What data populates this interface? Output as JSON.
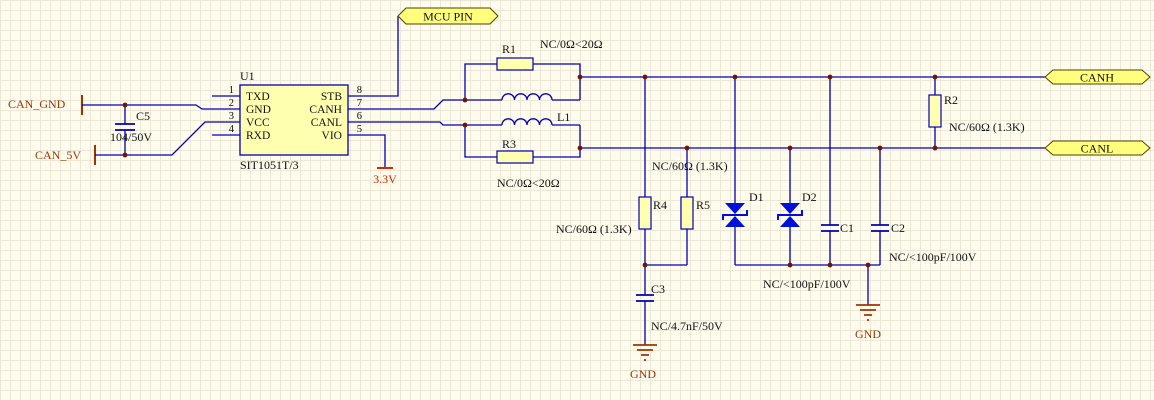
{
  "colors": {
    "background": "#FFFCEE",
    "grid": "#ECE7D7",
    "wire": "#0000B4",
    "chip_fill": "#FFFFB0",
    "flag_fill": "#FFFF7D",
    "flag_border": "#4D4000",
    "diode": "#0010DC",
    "junction": "#701505",
    "power_net": "#9E3500",
    "v33": "#CE2900",
    "text": "#111111"
  },
  "chip": {
    "ref": "U1",
    "part": "SIT1051T/3",
    "pins": {
      "left": [
        {
          "num": "1",
          "name": "TXD"
        },
        {
          "num": "2",
          "name": "GND"
        },
        {
          "num": "3",
          "name": "VCC"
        },
        {
          "num": "4",
          "name": "RXD"
        }
      ],
      "right": [
        {
          "num": "8",
          "name": "STB"
        },
        {
          "num": "7",
          "name": "CANH"
        },
        {
          "num": "6",
          "name": "CANL"
        },
        {
          "num": "5",
          "name": "VIO"
        }
      ]
    }
  },
  "ports": {
    "mcu": "MCU PIN",
    "canh": "CANH",
    "canl": "CANL"
  },
  "nets": {
    "can_gnd": "CAN_GND",
    "can_5v": "CAN_5V",
    "v33": "3.3V",
    "gnd": "GND"
  },
  "components": {
    "c5": {
      "ref": "C5",
      "note": "104/50V"
    },
    "r1": {
      "ref": "R1",
      "note": "NC/0Ω<20Ω"
    },
    "r3": {
      "ref": "R3",
      "note": "NC/0Ω<20Ω"
    },
    "l1": {
      "ref": "L1"
    },
    "r2": {
      "ref": "R2",
      "note": "NC/60Ω (1.3K)"
    },
    "r4": {
      "ref": "R4",
      "note": "NC/60Ω (1.3K)"
    },
    "r5": {
      "ref": "R5",
      "note": "NC/60Ω (1.3K)"
    },
    "d1": {
      "ref": "D1"
    },
    "d2": {
      "ref": "D2"
    },
    "c1": {
      "ref": "C1",
      "note": "NC/<100pF/100V"
    },
    "c2": {
      "ref": "C2",
      "note": "NC/<100pF/100V"
    },
    "c3": {
      "ref": "C3",
      "note": "NC/4.7nF/50V"
    }
  }
}
